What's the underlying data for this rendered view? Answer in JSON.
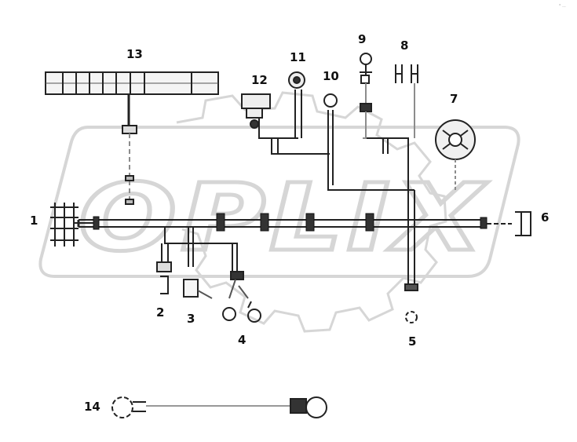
{
  "corner_mark": "° ...",
  "watermark": {
    "text": "OPLIX",
    "color": "#d2d2d2"
  },
  "colors": {
    "ink": "#111111",
    "wire": "#222222",
    "wire_gray": "#8c8c8c"
  },
  "labels": {
    "c1": "1",
    "c2": "2",
    "c3": "3",
    "c4": "4",
    "c5": "5",
    "c6": "6",
    "c7": "7",
    "c8": "8",
    "c9": "9",
    "c10": "10",
    "c11": "11",
    "c12": "12",
    "c13": "13",
    "c14": "14"
  },
  "parts": {
    "p1": "connector-block-icon",
    "p2": "plug-icon",
    "p3": "socket-icon",
    "p4": "sensor-pair-icon",
    "p5": "ring-terminal-icon",
    "p6": "end-plug-icon",
    "p7": "round-lamp-icon",
    "p8": "terminal-pins-icon",
    "p9": "switch-icon",
    "p10": "ring-connector-icon",
    "p11": "round-sensor-icon",
    "p12": "relay-icon",
    "p13": "fuse-box-icon",
    "p14": "ground-cable-icon"
  }
}
